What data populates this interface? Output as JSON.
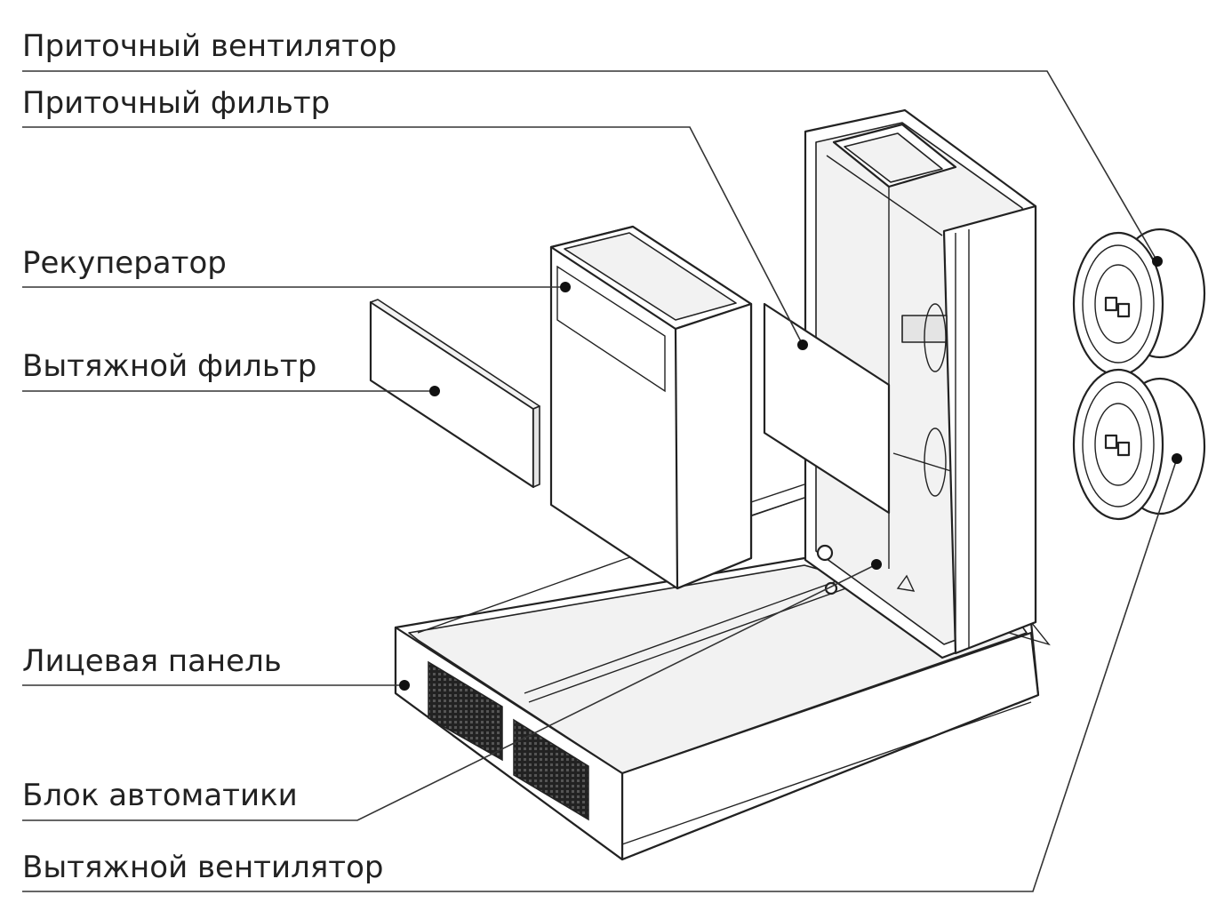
{
  "labels": {
    "supply_fan": "Приточный вентилятор",
    "supply_filter": "Приточный фильтр",
    "recuperator": "Рекуператор",
    "exhaust_filter": "Вытяжной фильтр",
    "front_panel": "Лицевая панель",
    "automation_unit": "Блок автоматики",
    "exhaust_fan": "Вытяжной вентилятор"
  }
}
